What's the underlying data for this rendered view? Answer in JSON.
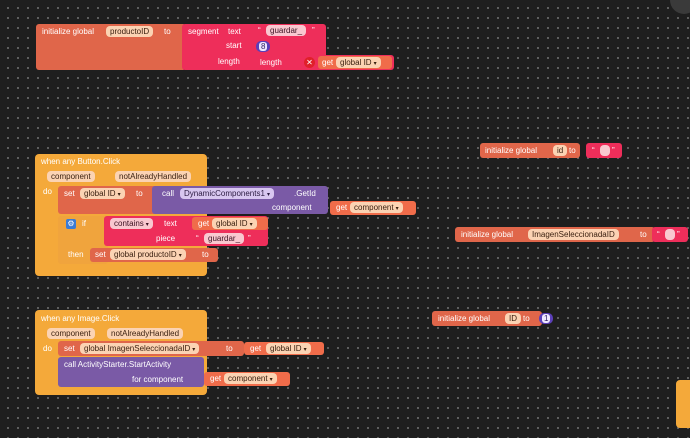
{
  "block_init_producto": {
    "label": "initialize global",
    "var_name": "productoID",
    "to": "to",
    "segment": {
      "label": "segment",
      "text_label": "text",
      "text_value": "guardar_",
      "start_label": "start",
      "start_value": "8",
      "length_label": "length",
      "length_fn": "length",
      "get_label": "get",
      "get_var": "global ID"
    }
  },
  "block_init_id": {
    "label": "initialize global",
    "var_name": "id",
    "to": "to",
    "value": ""
  },
  "block_init_imagen": {
    "label": "initialize global",
    "var_name": "ImagenSeleccionadaID",
    "to": "to",
    "value": ""
  },
  "block_init_ID": {
    "label": "initialize global",
    "var_name": "ID",
    "to": "to",
    "value": "1"
  },
  "block_button_click": {
    "event": "when any Button.Click",
    "param1": "component",
    "param2": "notAlreadyHandled",
    "do": "do",
    "set_label": "set",
    "set_var": "global ID",
    "to": "to",
    "call_label": "call",
    "call_component": "DynamicComponents1",
    "call_method": ".GetId",
    "component_label": "component",
    "get_label": "get",
    "get_component": "component",
    "if_label": "if",
    "contains_label": "contains",
    "text_label": "text",
    "text_get": "get",
    "text_var": "global ID",
    "piece_label": "piece",
    "piece_value": "guardar_",
    "then_label": "then",
    "set2_label": "set",
    "set2_var": "global productoID",
    "set2_to": "to"
  },
  "block_image_click": {
    "event": "when any Image.Click",
    "param1": "component",
    "param2": "notAlreadyHandled",
    "do": "do",
    "set_label": "set",
    "set_var": "global ImagenSeleccionadaID",
    "to": "to",
    "get_label": "get",
    "get_var": "global ID",
    "call_label": "call ActivityStarter.StartActivity",
    "for_label": "for component",
    "get2_label": "get",
    "get2_var": "component"
  },
  "colors": {
    "variable_init": "#e0664a",
    "event": "#f4a93a",
    "text": "#ee2e5a",
    "math": "#4a3bb0",
    "component": "#7a5aa6",
    "control": "#f0a43d"
  }
}
